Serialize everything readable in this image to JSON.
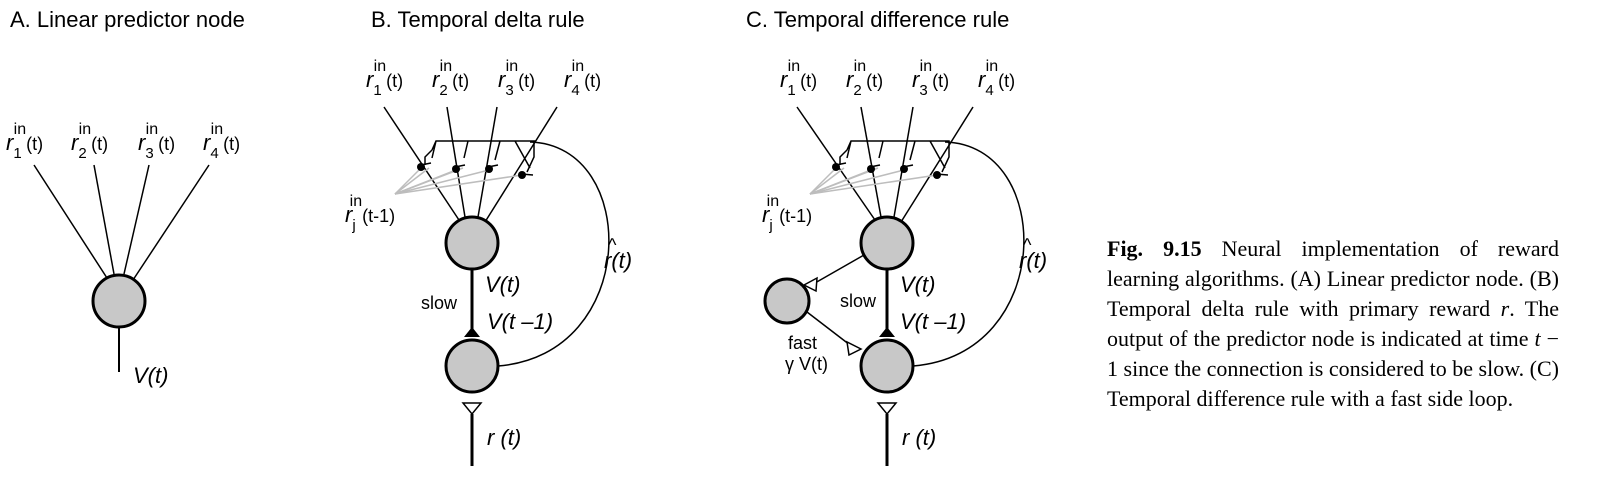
{
  "panels": {
    "a": {
      "title": "A. Linear predictor node",
      "inputs": [
        {
          "r": "r",
          "sub": "1",
          "sup": "in",
          "arg": "(t)"
        },
        {
          "r": "r",
          "sub": "2",
          "sup": "in",
          "arg": "(t)"
        },
        {
          "r": "r",
          "sub": "3",
          "sup": "in",
          "arg": "(t)"
        },
        {
          "r": "r",
          "sub": "4",
          "sup": "in",
          "arg": "(t)"
        }
      ],
      "output_label": "V(t)"
    },
    "b": {
      "title": "B. Temporal delta rule",
      "inputs": [
        {
          "r": "r",
          "sub": "1",
          "sup": "in",
          "arg": "(t)"
        },
        {
          "r": "r",
          "sub": "2",
          "sup": "in",
          "arg": "(t)"
        },
        {
          "r": "r",
          "sub": "3",
          "sup": "in",
          "arg": "(t)"
        },
        {
          "r": "r",
          "sub": "4",
          "sup": "in",
          "arg": "(t)"
        }
      ],
      "trace_label": {
        "r": "r",
        "sub": "j",
        "sup": "in",
        "arg": "(t-1)"
      },
      "v_label": "V(t)",
      "v_prev_label": "V(t –1)",
      "slow_label": "slow",
      "rhat_label": "r(t)",
      "reward_label": "r (t)"
    },
    "c": {
      "title": "C. Temporal difference rule",
      "inputs": [
        {
          "r": "r",
          "sub": "1",
          "sup": "in",
          "arg": "(t)"
        },
        {
          "r": "r",
          "sub": "2",
          "sup": "in",
          "arg": "(t)"
        },
        {
          "r": "r",
          "sub": "3",
          "sup": "in",
          "arg": "(t)"
        },
        {
          "r": "r",
          "sub": "4",
          "sup": "in",
          "arg": "(t)"
        }
      ],
      "trace_label": {
        "r": "r",
        "sub": "j",
        "sup": "in",
        "arg": "(t-1)"
      },
      "v_label": "V(t)",
      "v_prev_label": "V(t –1)",
      "slow_label": "slow",
      "fast_label": "fast",
      "gamma_label": "γ V(t)",
      "rhat_label": "r(t)",
      "reward_label": "r (t)"
    }
  },
  "caption": {
    "figure": "Fig. 9.15",
    "text_parts": [
      " Neural implementation of reward learning algorithms. (A) Linear predictor node. (B) Temporal delta rule with primary reward ",
      "r",
      ". The output of the predictor node is indicated at time ",
      "t",
      " − 1 since the connection is considered to be slow. (C) Temporal difference rule with a fast side loop."
    ]
  },
  "colors": {
    "node_fill": "#c8c8c8",
    "stroke": "#000000",
    "trace_lines": "#bdbdbd"
  }
}
